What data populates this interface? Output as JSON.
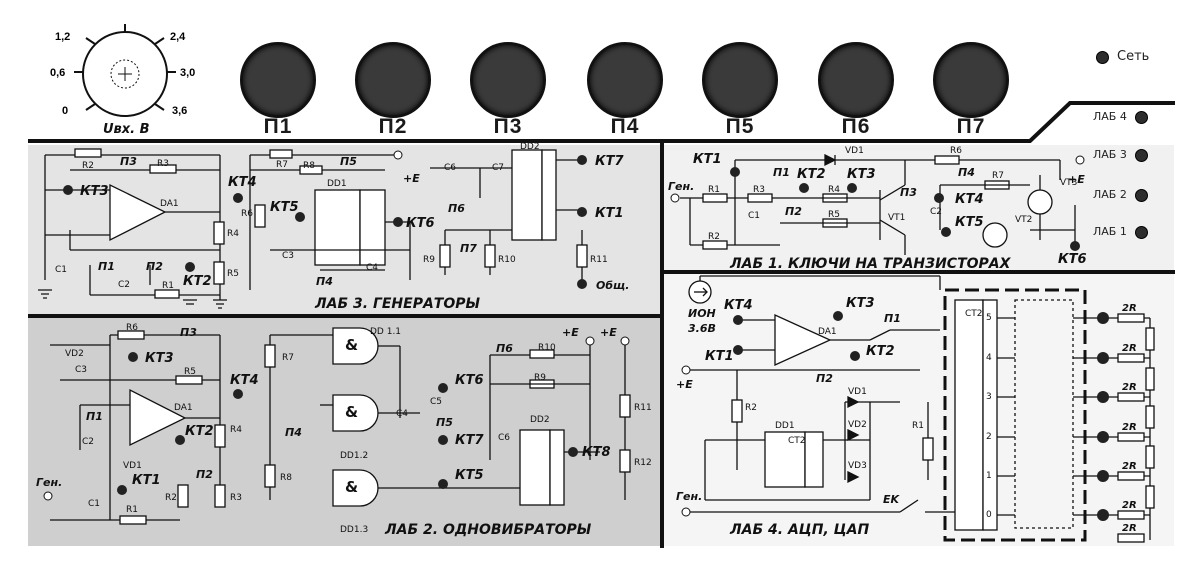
{
  "knob": {
    "label": "Uвх. В",
    "ticks": [
      "1,2",
      "2,4",
      "0,6",
      "3,0",
      "0",
      "3,6"
    ]
  },
  "buttons": [
    "П1",
    "П2",
    "П3",
    "П4",
    "П5",
    "П6",
    "П7"
  ],
  "power": {
    "label": "Сеть"
  },
  "lab_selector": [
    "ЛАБ 4",
    "ЛАБ 3",
    "ЛАБ 2",
    "ЛАБ 1"
  ],
  "lab3": {
    "title": "ЛАБ 3. ГЕНЕРАТОРЫ",
    "points": [
      "КТ3",
      "КТ4",
      "КТ5",
      "КТ6",
      "КТ7",
      "КТ1",
      "КТ2"
    ],
    "switches": [
      "П3",
      "П5",
      "П1",
      "П2",
      "П4",
      "П6",
      "П7"
    ],
    "parts": [
      "R2",
      "R3",
      "R4",
      "R5",
      "R6",
      "R7",
      "R8",
      "R9",
      "R10",
      "R11",
      "C1",
      "C2",
      "C3",
      "C4",
      "C6",
      "C7",
      "R1",
      "DA1",
      "DD1",
      "DD2"
    ],
    "supply": "+E",
    "common": "Общ."
  },
  "lab1": {
    "title": "ЛАБ 1. КЛЮЧИ НА ТРАНЗИСТОРАХ",
    "points": [
      "КТ1",
      "КТ2",
      "КТ3",
      "КТ4",
      "КТ5",
      "КТ6"
    ],
    "gen": "Ген.",
    "switches": [
      "П1",
      "П2",
      "П3",
      "П4"
    ],
    "parts": [
      "VD1",
      "R1",
      "R2",
      "R3",
      "R4",
      "R5",
      "R6",
      "R7",
      "C1",
      "C2",
      "VT1",
      "VT2",
      "VT3"
    ],
    "supply": "+E"
  },
  "lab2": {
    "title": "ЛАБ 2. ОДНОВИБРАТОРЫ",
    "points": [
      "КТ3",
      "КТ4",
      "КТ2",
      "КТ1",
      "КТ6",
      "КТ7",
      "КТ5",
      "КТ8"
    ],
    "switches": [
      "П3",
      "П1",
      "П2",
      "П4",
      "П5",
      "П6"
    ],
    "parts": [
      "R6",
      "R5",
      "VD2",
      "C3",
      "C2",
      "R4",
      "VD1",
      "R2",
      "R3",
      "C1",
      "R1",
      "R7",
      "R8",
      "C4",
      "C5",
      "R10",
      "R9",
      "C6",
      "R11",
      "R12",
      "DA1",
      "DD 1.1",
      "DD1.2",
      "DD1.3",
      "DD2"
    ],
    "gen": "Ген.",
    "supply": "+E"
  },
  "lab4": {
    "title": "ЛАБ 4. АЦП, ЦАП",
    "points": [
      "КТ4",
      "КТ3",
      "КТ1",
      "КТ2"
    ],
    "ion": "ИОН",
    "ion_v": "3.6В",
    "supply": "+E",
    "gen": "Ген.",
    "switches": [
      "П1",
      "П2"
    ],
    "parts": [
      "DA1",
      "R2",
      "R1",
      "DD1",
      "CT2",
      "VD1",
      "VD2",
      "VD3",
      "CT2",
      "EK"
    ],
    "ladder": [
      "2R",
      "2R",
      "2R",
      "2R",
      "2R",
      "2R",
      "2R"
    ],
    "ct_out": [
      "5",
      "4",
      "3",
      "2",
      "1",
      "0"
    ]
  }
}
